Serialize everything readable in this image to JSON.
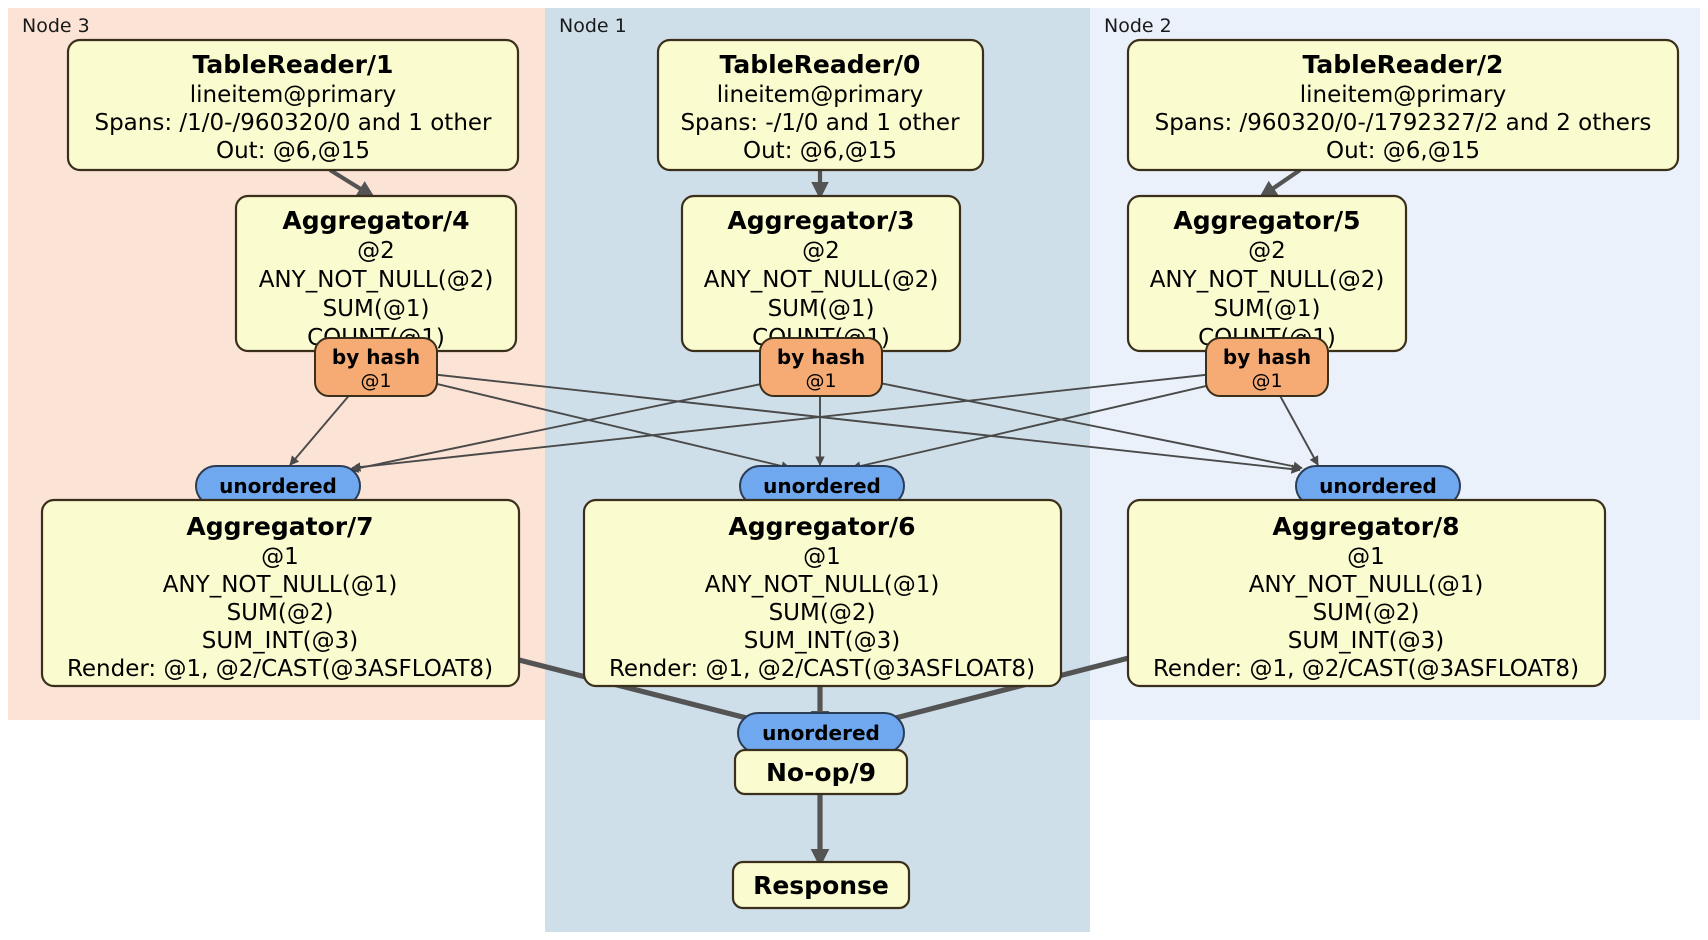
{
  "diagram": {
    "type": "distributed-query-plan",
    "background": "#ffffff",
    "colors": {
      "node3_panel": "#fbe3d5",
      "node1_panel": "#cfdfe9",
      "node2_panel": "#eaf1fb",
      "processor_box": "#fbfbd0",
      "processor_border": "#3a2f1a",
      "hash_badge": "#f7ab74",
      "unordered_pill": "#6fa8ef",
      "edge": "#4a4a4a"
    }
  },
  "panels": [
    {
      "id": "node3",
      "label": "Node 3",
      "color": "#fbe3d5"
    },
    {
      "id": "node1",
      "label": "Node 1",
      "color": "#cfdfe9"
    },
    {
      "id": "node2",
      "label": "Node 2",
      "color": "#eaf1fb"
    }
  ],
  "processors": {
    "table_reader_1": {
      "title": "TableReader/1",
      "lines": [
        "lineitem@primary",
        "Spans: /1/0-/960320/0 and 1 other",
        "Out: @6,@15"
      ]
    },
    "table_reader_0": {
      "title": "TableReader/0",
      "lines": [
        "lineitem@primary",
        "Spans: -/1/0 and 1 other",
        "Out: @6,@15"
      ]
    },
    "table_reader_2": {
      "title": "TableReader/2",
      "lines": [
        "lineitem@primary",
        "Spans: /960320/0-/1792327/2 and 2 others",
        "Out: @6,@15"
      ]
    },
    "aggregator_4": {
      "title": "Aggregator/4",
      "lines": [
        "@2",
        "ANY_NOT_NULL(@2)",
        "SUM(@1)",
        "COUNT(@1)"
      ]
    },
    "aggregator_3": {
      "title": "Aggregator/3",
      "lines": [
        "@2",
        "ANY_NOT_NULL(@2)",
        "SUM(@1)",
        "COUNT(@1)"
      ]
    },
    "aggregator_5": {
      "title": "Aggregator/5",
      "lines": [
        "@2",
        "ANY_NOT_NULL(@2)",
        "SUM(@1)",
        "COUNT(@1)"
      ]
    },
    "aggregator_7": {
      "title": "Aggregator/7",
      "lines": [
        "@1",
        "ANY_NOT_NULL(@1)",
        "SUM(@2)",
        "SUM_INT(@3)",
        "Render: @1, @2/CAST(@3ASFLOAT8)"
      ]
    },
    "aggregator_6": {
      "title": "Aggregator/6",
      "lines": [
        "@1",
        "ANY_NOT_NULL(@1)",
        "SUM(@2)",
        "SUM_INT(@3)",
        "Render: @1, @2/CAST(@3ASFLOAT8)"
      ]
    },
    "aggregator_8": {
      "title": "Aggregator/8",
      "lines": [
        "@1",
        "ANY_NOT_NULL(@1)",
        "SUM(@2)",
        "SUM_INT(@3)",
        "Render: @1, @2/CAST(@3ASFLOAT8)"
      ]
    },
    "noop_9": {
      "title": "No-op/9",
      "lines": []
    },
    "response": {
      "title": "Response",
      "lines": []
    }
  },
  "routers": {
    "hash_left": {
      "label": "by hash",
      "sublabel": "@1"
    },
    "hash_mid": {
      "label": "by hash",
      "sublabel": "@1"
    },
    "hash_right": {
      "label": "by hash",
      "sublabel": "@1"
    }
  },
  "synchronizers": {
    "unordered_left": {
      "label": "unordered"
    },
    "unordered_mid": {
      "label": "unordered"
    },
    "unordered_right": {
      "label": "unordered"
    },
    "unordered_final": {
      "label": "unordered"
    }
  }
}
